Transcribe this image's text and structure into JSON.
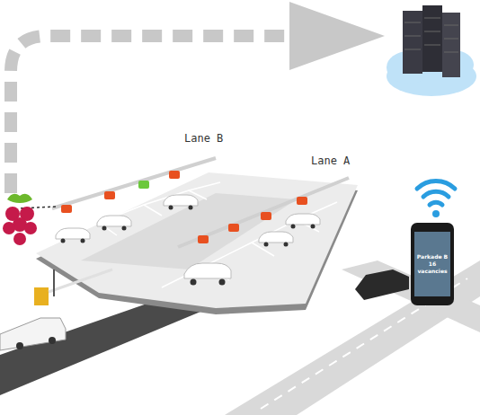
{
  "diagram": {
    "nodes": [
      {
        "text": [
          "Parkade B 16 vacancies"
        ]
      }
    ],
    "labels": [
      "Lane B",
      "Lane A"
    ]
  }
}
